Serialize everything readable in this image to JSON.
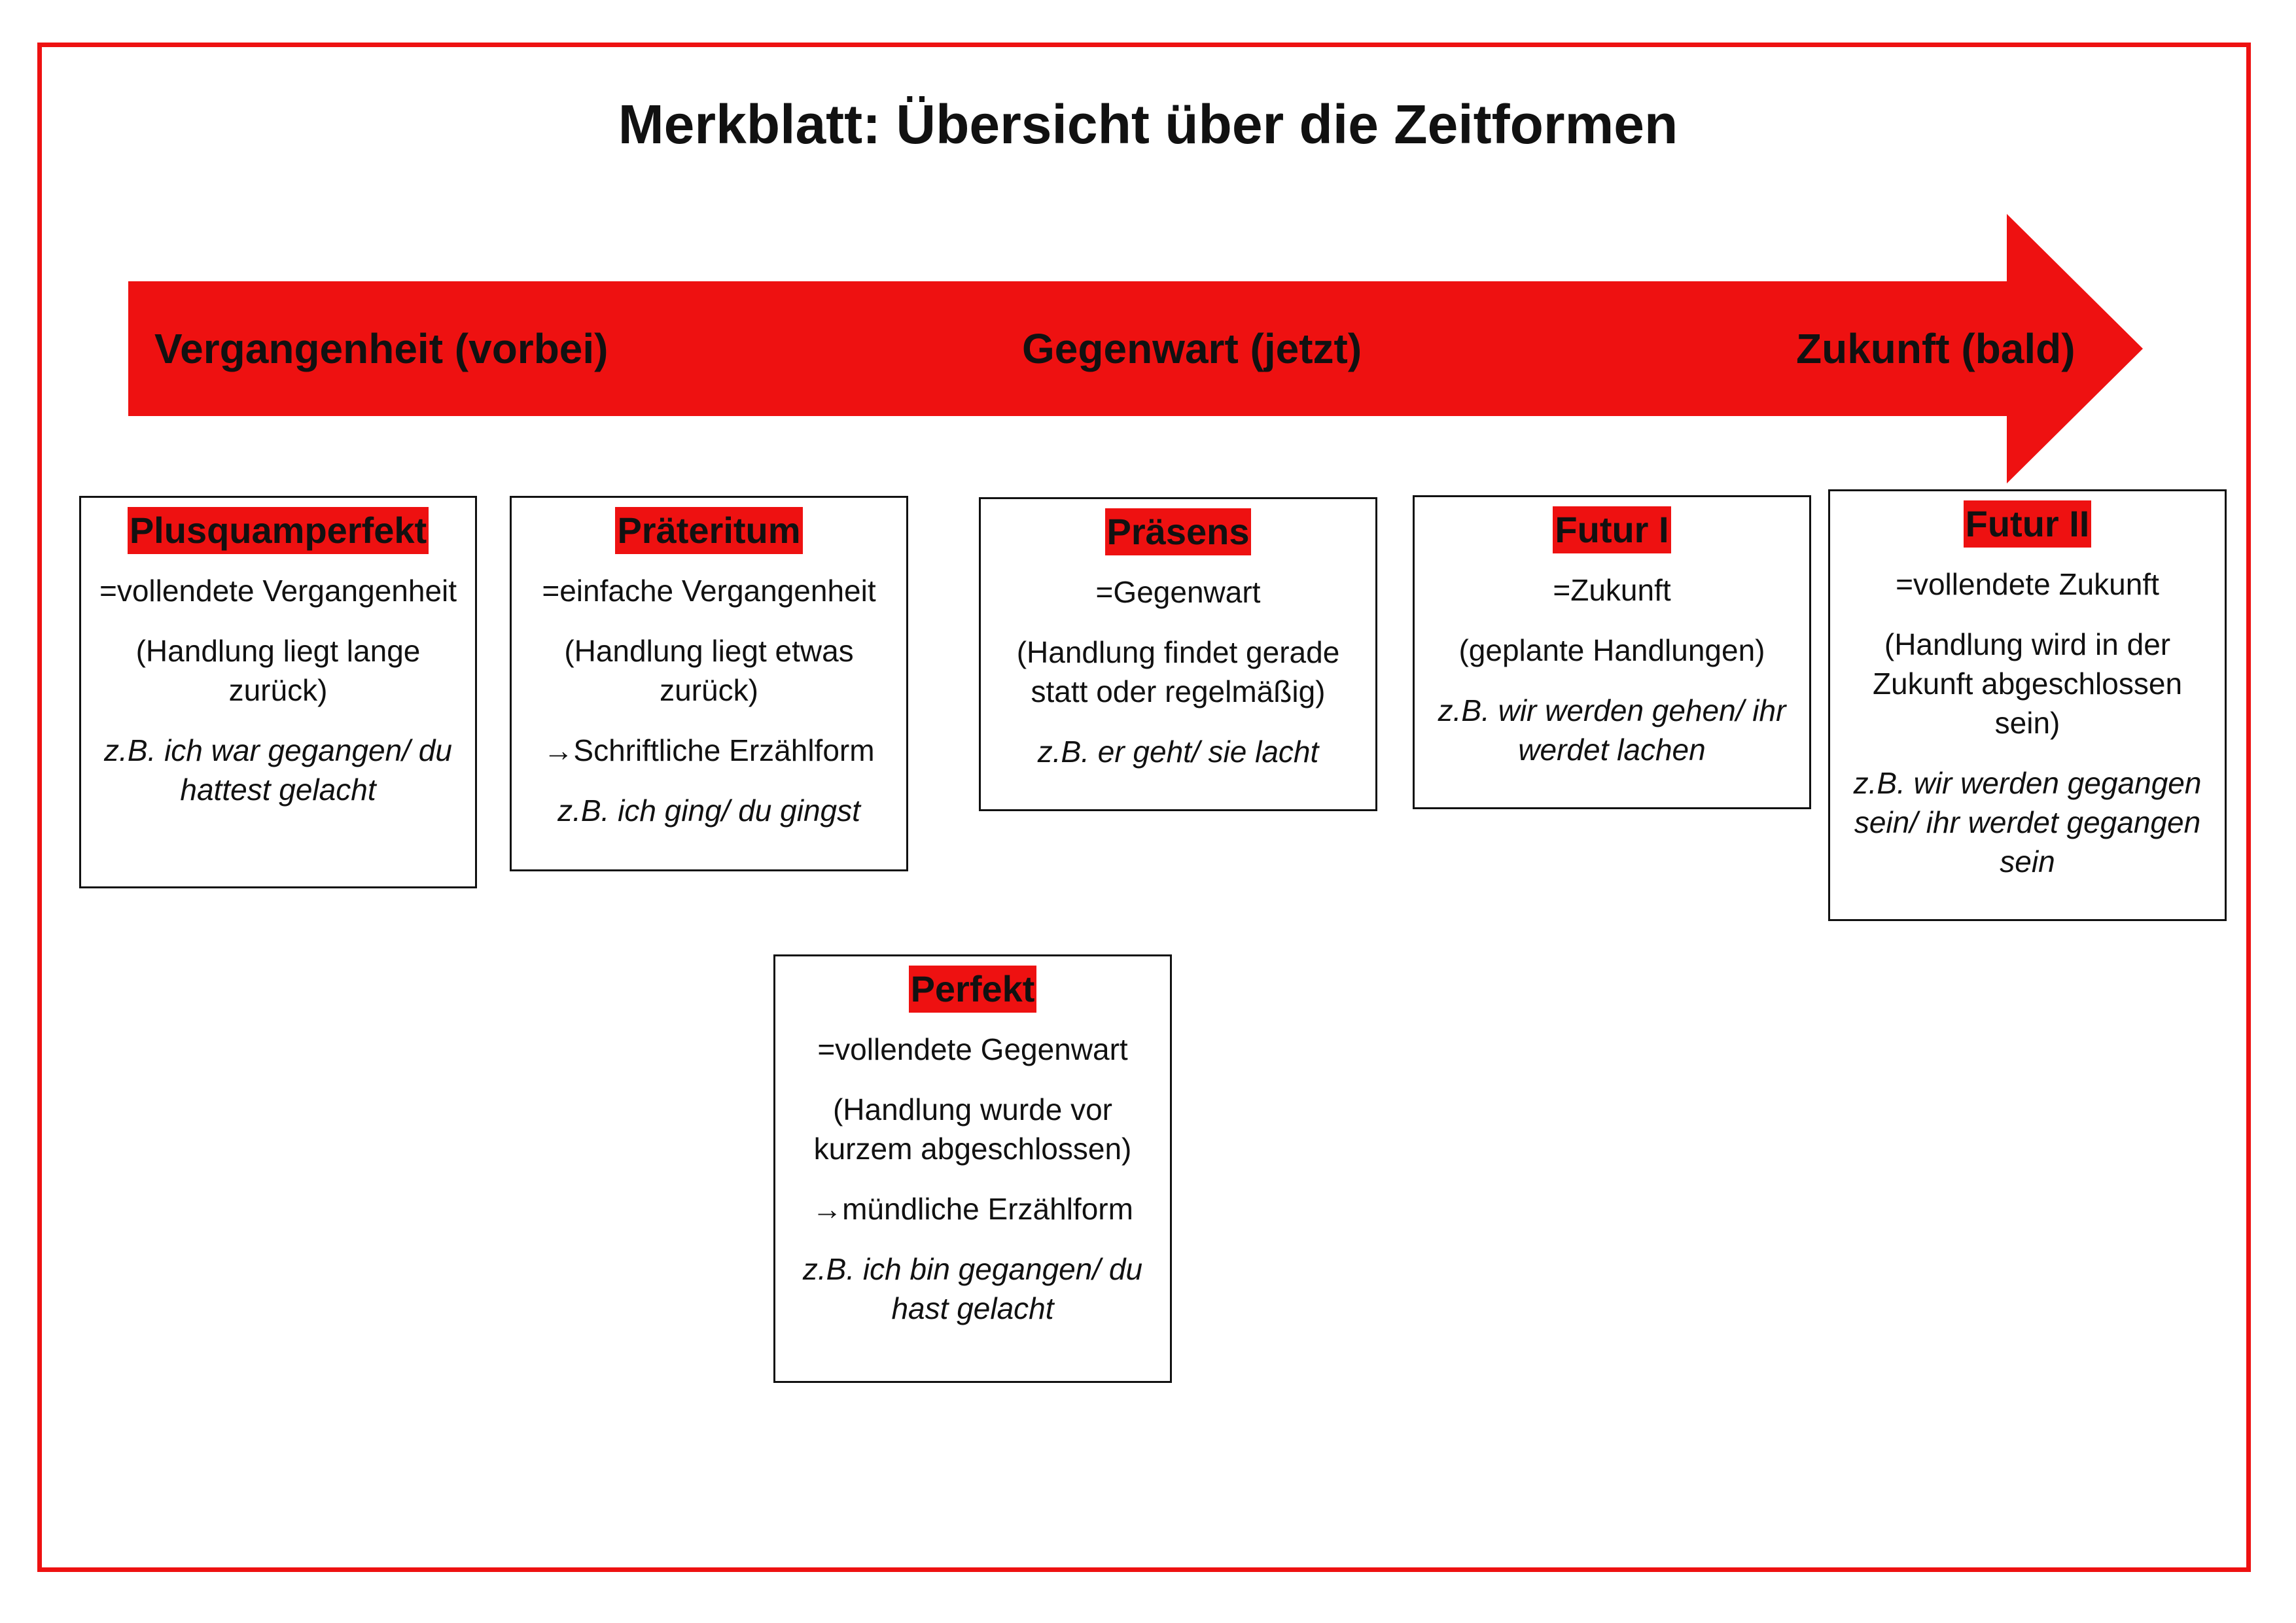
{
  "title": "Merkblatt: Übersicht über die Zeitformen",
  "accent_color": "#ee1111",
  "timeline": {
    "past": "Vergangenheit (vorbei)",
    "present": "Gegenwart (jetzt)",
    "future": "Zukunft (bald)"
  },
  "tenses": {
    "plusquamperfekt": {
      "name": "Plusquamperfekt",
      "meaning": "=vollendete Vergangenheit",
      "description": "(Handlung liegt lange zurück)",
      "example": "z.B. ich war gegangen/ du hattest gelacht"
    },
    "praeteritum": {
      "name": "Präteritum",
      "meaning": "=einfache Vergangenheit",
      "description": "(Handlung liegt etwas zurück)",
      "usage": "→Schriftliche Erzählform",
      "example": "z.B. ich ging/ du gingst"
    },
    "praesens": {
      "name": "Präsens",
      "meaning": "=Gegenwart",
      "description": "(Handlung findet gerade statt oder regelmäßig)",
      "example": "z.B. er geht/ sie lacht"
    },
    "futur1": {
      "name": "Futur I",
      "meaning": "=Zukunft",
      "description": "(geplante Handlungen)",
      "example": "z.B. wir werden gehen/ ihr werdet lachen"
    },
    "futur2": {
      "name": "Futur II",
      "meaning": "=vollendete Zukunft",
      "description": "(Handlung wird in der Zukunft abgeschlossen sein)",
      "example": "z.B. wir werden gegangen sein/ ihr werdet gegangen sein"
    },
    "perfekt": {
      "name": "Perfekt",
      "meaning": "=vollendete Gegenwart",
      "description": "(Handlung wurde vor kurzem abgeschlossen)",
      "usage": "→mündliche Erzählform",
      "example": "z.B. ich bin gegangen/ du hast gelacht"
    }
  }
}
